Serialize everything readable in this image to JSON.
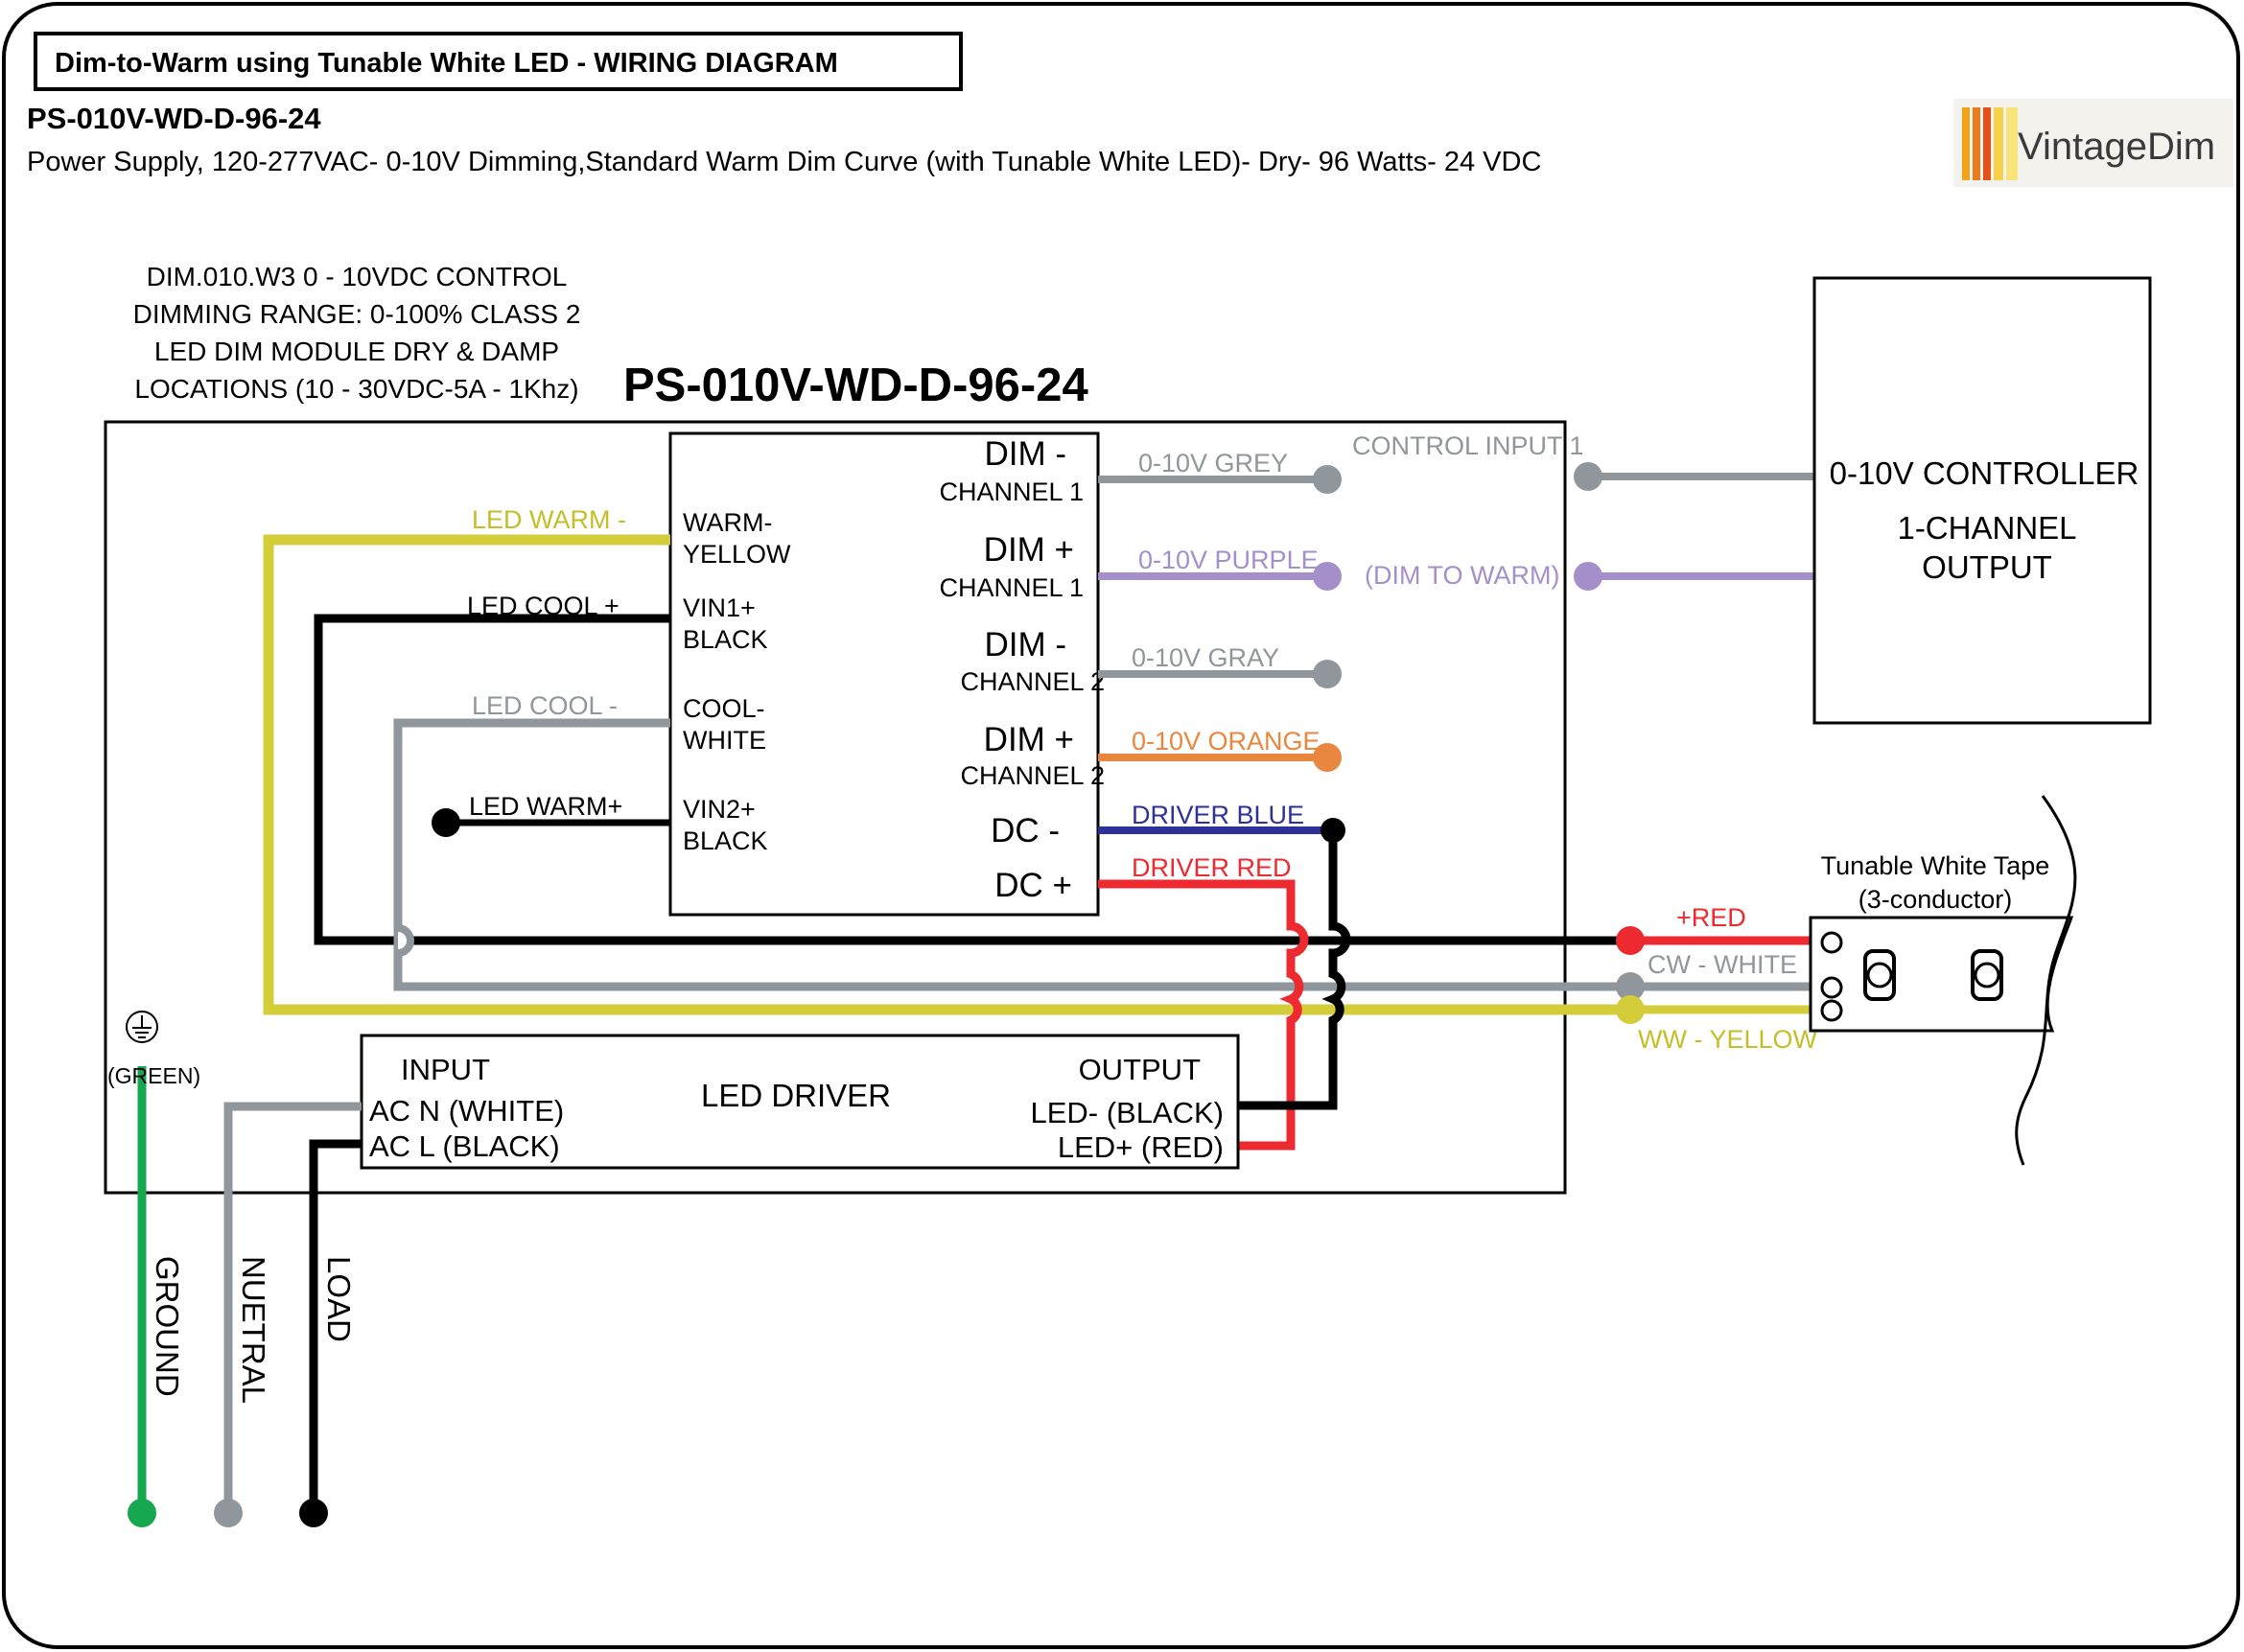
{
  "header": {
    "title": "Dim-to-Warm using Tunable White LED - WIRING DIAGRAM",
    "model": "PS-010V-WD-D-96-24",
    "description": "Power Supply, 120-277VAC- 0-10V Dimming,Standard Warm Dim Curve (with Tunable White LED)- Dry- 96 Watts- 24 VDC"
  },
  "logo": {
    "text": "VintageDim",
    "colors": [
      "#f2a21b",
      "#ec7b1f",
      "#e2521e",
      "#f6d24a"
    ]
  },
  "spec_note": {
    "lines": [
      "DIM.010.W3 0 - 10VDC CONTROL",
      "DIMMING RANGE: 0-100% CLASS 2",
      "LED DIM MODULE DRY & DAMP",
      "LOCATIONS (10 - 30VDC-5A - 1Khz)"
    ]
  },
  "power_supply": {
    "model": "PS-010V-WD-D-96-24"
  },
  "module": {
    "left_terminals": [
      {
        "line1": "WARM-",
        "line2": "YELLOW"
      },
      {
        "line1": "VIN1+",
        "line2": "BLACK"
      },
      {
        "line1": "COOL-",
        "line2": "WHITE"
      },
      {
        "line1": "VIN2+",
        "line2": "BLACK"
      }
    ],
    "right_terminals": [
      {
        "line1": "DIM -",
        "line2": "CHANNEL 1"
      },
      {
        "line1": "DIM +",
        "line2": "CHANNEL 1"
      },
      {
        "line1": "DIM -",
        "line2": "CHANNEL 2"
      },
      {
        "line1": "DIM +",
        "line2": "CHANNEL 2"
      },
      {
        "line1": "DC -",
        "line2": ""
      },
      {
        "line1": "DC +",
        "line2": ""
      }
    ]
  },
  "wire_labels": {
    "led_warm_minus": "LED WARM -",
    "led_cool_plus": "LED COOL +",
    "led_cool_minus": "LED COOL -",
    "led_warm_plus": "LED WARM+",
    "grey": "0-10V GREY",
    "purple": "0-10V PURPLE",
    "gray": "0-10V GRAY",
    "orange": "0-10V ORANGE",
    "driver_blue": "DRIVER BLUE",
    "driver_red": "DRIVER RED",
    "control_input": "CONTROL INPUT 1",
    "dim_to_warm": "(DIM TO WARM)",
    "plus_red": "+RED",
    "cw_white": "CW - WHITE",
    "ww_yellow": "WW - YELLOW"
  },
  "controller": {
    "line1": "0-10V CONTROLLER",
    "line2": "1-CHANNEL",
    "line3": "OUTPUT"
  },
  "tape": {
    "line1": "Tunable White Tape",
    "line2": "(3-conductor)"
  },
  "driver": {
    "title": "LED DRIVER",
    "input_label": "INPUT",
    "ac_n": "AC N (WHITE)",
    "ac_l": "AC L (BLACK)",
    "output_label": "OUTPUT",
    "led_minus": "LED- (BLACK)",
    "led_plus": "LED+ (RED)"
  },
  "mains": {
    "ground_symbol_label": "(GREEN)",
    "ground": "GROUND",
    "neutral": "NUETRAL",
    "load": "LOAD"
  },
  "colors": {
    "yellow": "#d4cd3a",
    "black": "#000000",
    "gray": "#8f969c",
    "purple": "#a58fca",
    "orange": "#e9863f",
    "blue": "#2e3196",
    "red": "#ec2a2f",
    "green": "#16a84f"
  }
}
